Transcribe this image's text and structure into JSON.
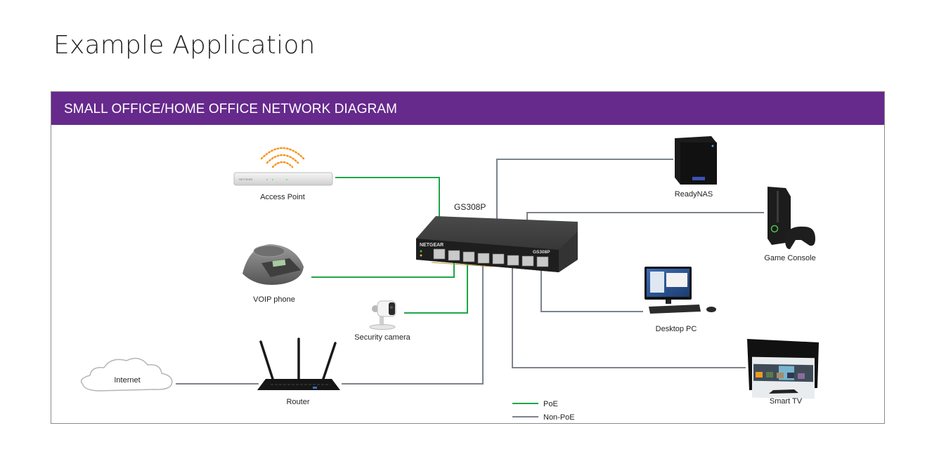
{
  "page": {
    "title": "Example Application"
  },
  "diagram": {
    "banner_title": "SMALL OFFICE/HOME OFFICE NETWORK DIAGRAM",
    "switch": {
      "model": "GS308P",
      "brand": "NETGEAR",
      "front_model": "GS308P"
    },
    "devices": {
      "access_point": "Access Point",
      "voip_phone": "VOIP phone",
      "security_camera": "Security camera",
      "router": "Router",
      "internet": "Internet",
      "readynas": "ReadyNAS",
      "game_console": "Game Console",
      "desktop_pc": "Desktop PC",
      "smart_tv": "Smart TV"
    },
    "connections": [
      {
        "from": "Access Point",
        "to": "GS308P port 1",
        "type": "PoE"
      },
      {
        "from": "VOIP phone",
        "to": "GS308P port 2",
        "type": "PoE"
      },
      {
        "from": "Security camera",
        "to": "GS308P port 3",
        "type": "PoE"
      },
      {
        "from": "Router",
        "to": "GS308P port 4",
        "type": "Non-PoE"
      },
      {
        "from": "Internet",
        "to": "Router",
        "type": "Non-PoE"
      },
      {
        "from": "ReadyNAS",
        "to": "GS308P port 5",
        "type": "Non-PoE"
      },
      {
        "from": "Smart TV",
        "to": "GS308P port 6",
        "type": "Non-PoE"
      },
      {
        "from": "Game Console",
        "to": "GS308P port 7",
        "type": "Non-PoE"
      },
      {
        "from": "Desktop PC",
        "to": "GS308P port 8",
        "type": "Non-PoE"
      }
    ],
    "legend": [
      {
        "label": "PoE",
        "color": "#1fa64a"
      },
      {
        "label": "Non-PoE",
        "color": "#7d838c"
      }
    ],
    "colors": {
      "banner": "#66298c",
      "poe": "#1fa64a",
      "non_poe": "#7d838c",
      "wifi": "#f7941d"
    }
  }
}
